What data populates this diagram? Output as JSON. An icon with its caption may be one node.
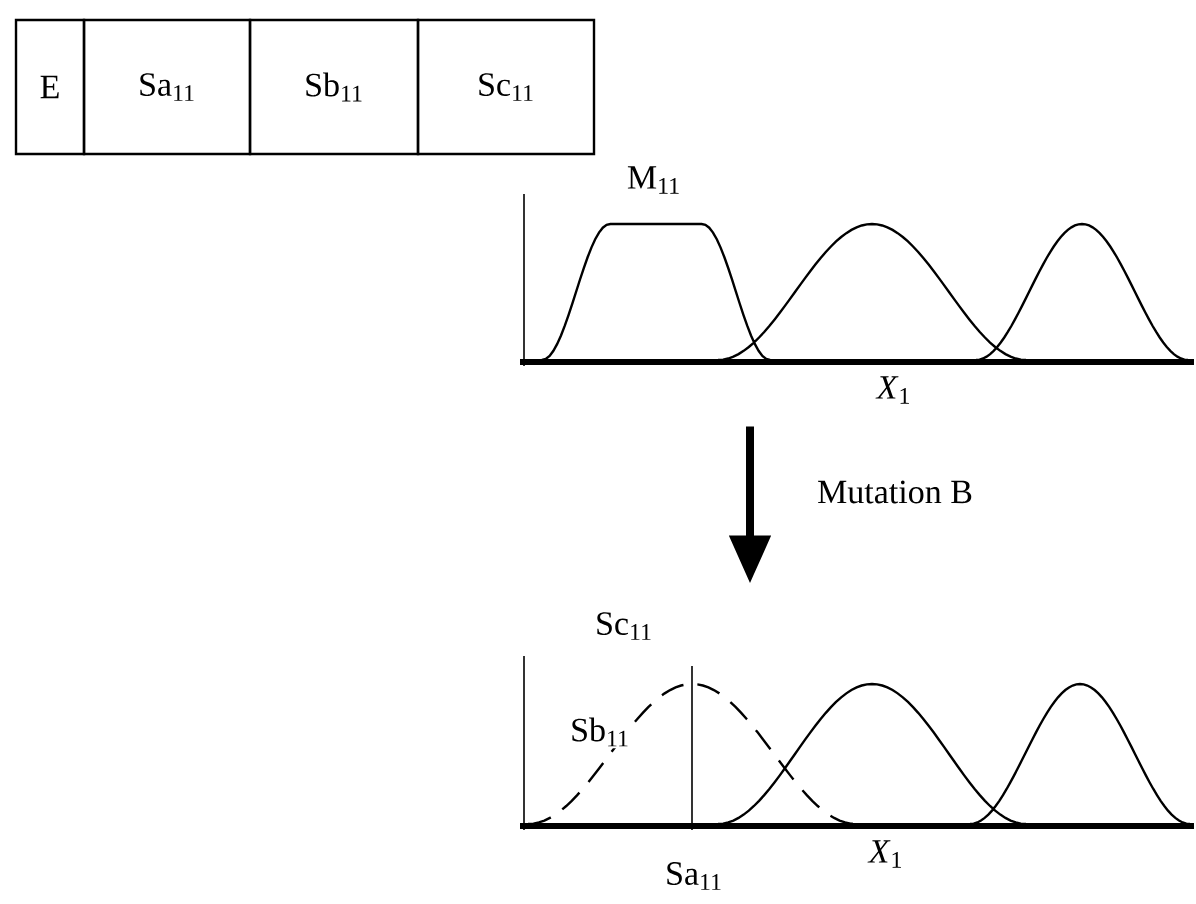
{
  "diagram": {
    "nodes": [
      {
        "text": [
          "E"
        ]
      },
      {
        "text": [
          "Sa$_{11}$"
        ]
      },
      {
        "text": [
          "Sb$_{11}$"
        ]
      },
      {
        "text": [
          "Sc$_{11}$"
        ]
      },
      {
        "text": [],
        "shape": "picture"
      },
      {
        "text": [],
        "shape": "picture"
      }
    ],
    "edges": [
      {
        "from": 4,
        "to": 5,
        "arrow": "to",
        "label": "Mutation B"
      }
    ],
    "labels": [
      "M$_{11}$",
      "*X*$_{1}$",
      "Sc$_{11}$",
      "Sb$_{11}$",
      "Sa$_{11}$",
      "*X*$_{1}$"
    ]
  }
}
